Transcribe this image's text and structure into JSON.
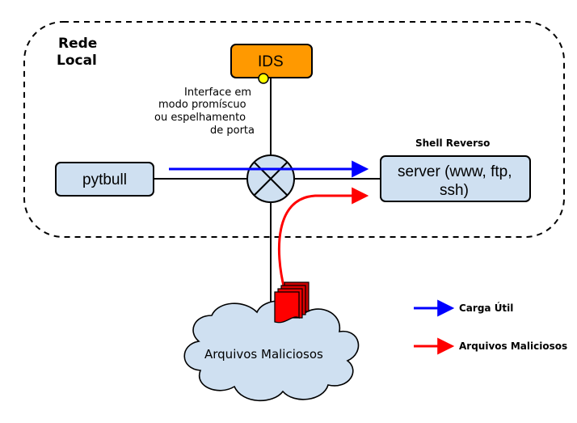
{
  "network": {
    "label_line1": "Rede",
    "label_line2": "Local"
  },
  "ids": {
    "label": "IDS",
    "color": "#ff9900"
  },
  "interface_note": {
    "line1": "Interface em",
    "line2": "modo promíscuo",
    "line3": "ou espelhamento",
    "line4": "de porta"
  },
  "pytbull": {
    "label": "pytbull"
  },
  "server": {
    "title": "Shell Reverso",
    "line1": "server (www, ftp,",
    "line2": "ssh)"
  },
  "cloud": {
    "label": "Arquivos Maliciosos"
  },
  "legend": {
    "items": [
      {
        "label": "Carga Útil",
        "color": "#0000ff"
      },
      {
        "label": "Arquivos Maliciosos",
        "color": "#ff0000"
      }
    ]
  },
  "colors": {
    "node_fill": "#cfe0f1",
    "payload": "#0000ff",
    "malicious": "#ff0000",
    "sensor_dot": "#ffff00"
  }
}
